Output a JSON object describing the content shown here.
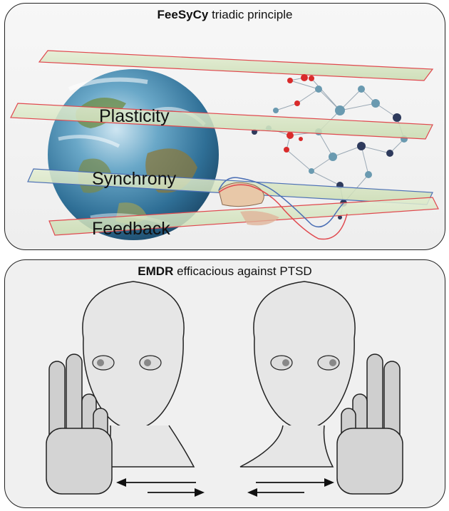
{
  "top_panel": {
    "title_bold": "FeeSyCy",
    "title_rest": " triadic principle",
    "band_labels": [
      "Plasticity",
      "Synchrony",
      "Feedback"
    ]
  },
  "bottom_panel": {
    "title_bold": "EMDR",
    "title_rest": " efficacious against PTSD"
  },
  "colors": {
    "panel_border": "#222222",
    "band_fill": "#d8e6c2",
    "band_edge_red": "#e0484e",
    "band_edge_blue": "#4b6fb5",
    "node_red": "#d92b2b",
    "node_teal": "#6a9ab0",
    "node_navy": "#2e3a5c",
    "face_fill": "#e6e6e6",
    "hand_fill": "#cfcfcf"
  },
  "icons": [
    "globe-icon",
    "neural-network-icon",
    "hand-icon",
    "face-icon",
    "arrow-icon"
  ]
}
